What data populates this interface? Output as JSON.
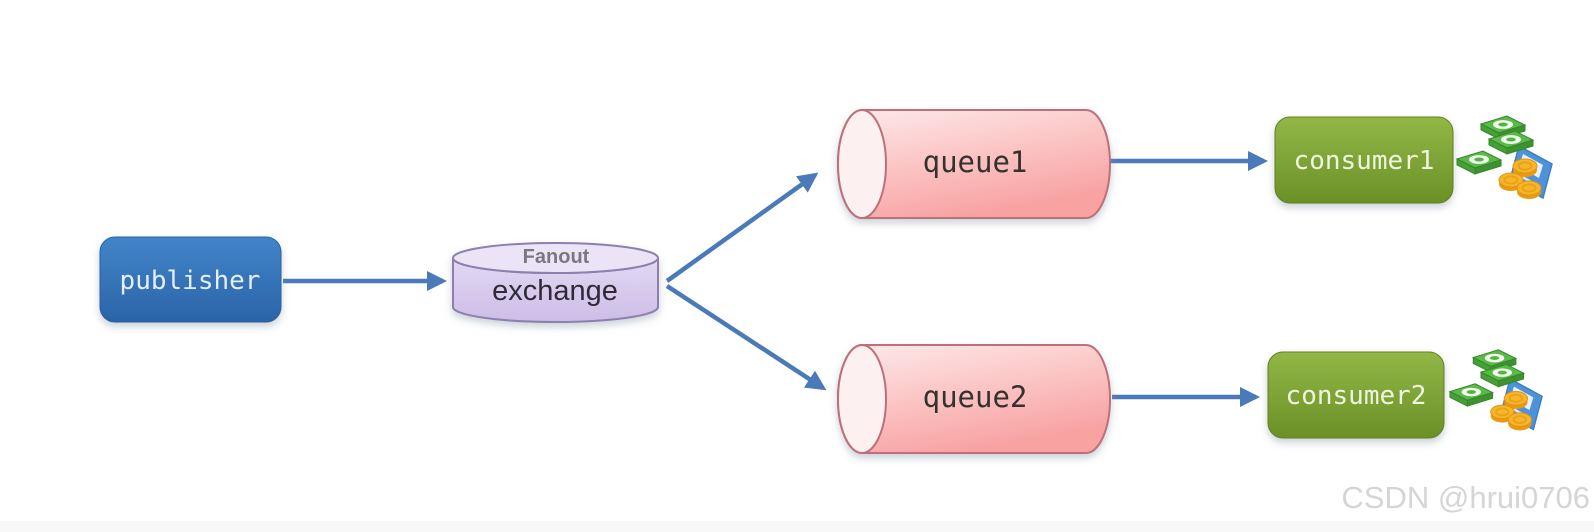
{
  "diagram": {
    "kind": "rabbitmq-fanout-exchange",
    "nodes": {
      "publisher": {
        "label": "publisher",
        "shape": "rounded-rect",
        "fill": "#3273b8",
        "text_color": "#e4eef8"
      },
      "exchange": {
        "label": "exchange",
        "badge": "Fanout",
        "shape": "cylinder-vertical",
        "fill": "#d9cbef",
        "stroke": "#8e80ae",
        "text_color": "#2e2b38",
        "badge_color": "#7a7781"
      },
      "queue1": {
        "label": "queue1",
        "shape": "cylinder-horizontal",
        "fill": "#f9aeae",
        "stroke": "#bd6f7a",
        "text_color": "#35302f"
      },
      "queue2": {
        "label": "queue2",
        "shape": "cylinder-horizontal",
        "fill": "#f9aeae",
        "stroke": "#bd6f7a",
        "text_color": "#35302f"
      },
      "consumer1": {
        "label": "consumer1",
        "shape": "rounded-rect",
        "fill": "#7da434",
        "text_color": "#eef4e0"
      },
      "consumer2": {
        "label": "consumer2",
        "shape": "rounded-rect",
        "fill": "#7da434",
        "text_color": "#eef4e0"
      }
    },
    "edges": [
      {
        "from": "publisher",
        "to": "exchange"
      },
      {
        "from": "exchange",
        "to": "queue1"
      },
      {
        "from": "exchange",
        "to": "queue2"
      },
      {
        "from": "queue1",
        "to": "consumer1"
      },
      {
        "from": "queue2",
        "to": "consumer2"
      }
    ],
    "arrow_color": "#4a7ab9",
    "icons": [
      {
        "name": "money-stack-icon",
        "attached_to": "consumer1"
      },
      {
        "name": "money-stack-icon",
        "attached_to": "consumer2"
      }
    ]
  },
  "watermark": {
    "text": "CSDN @hrui0706",
    "color": "#d5d5d5"
  }
}
